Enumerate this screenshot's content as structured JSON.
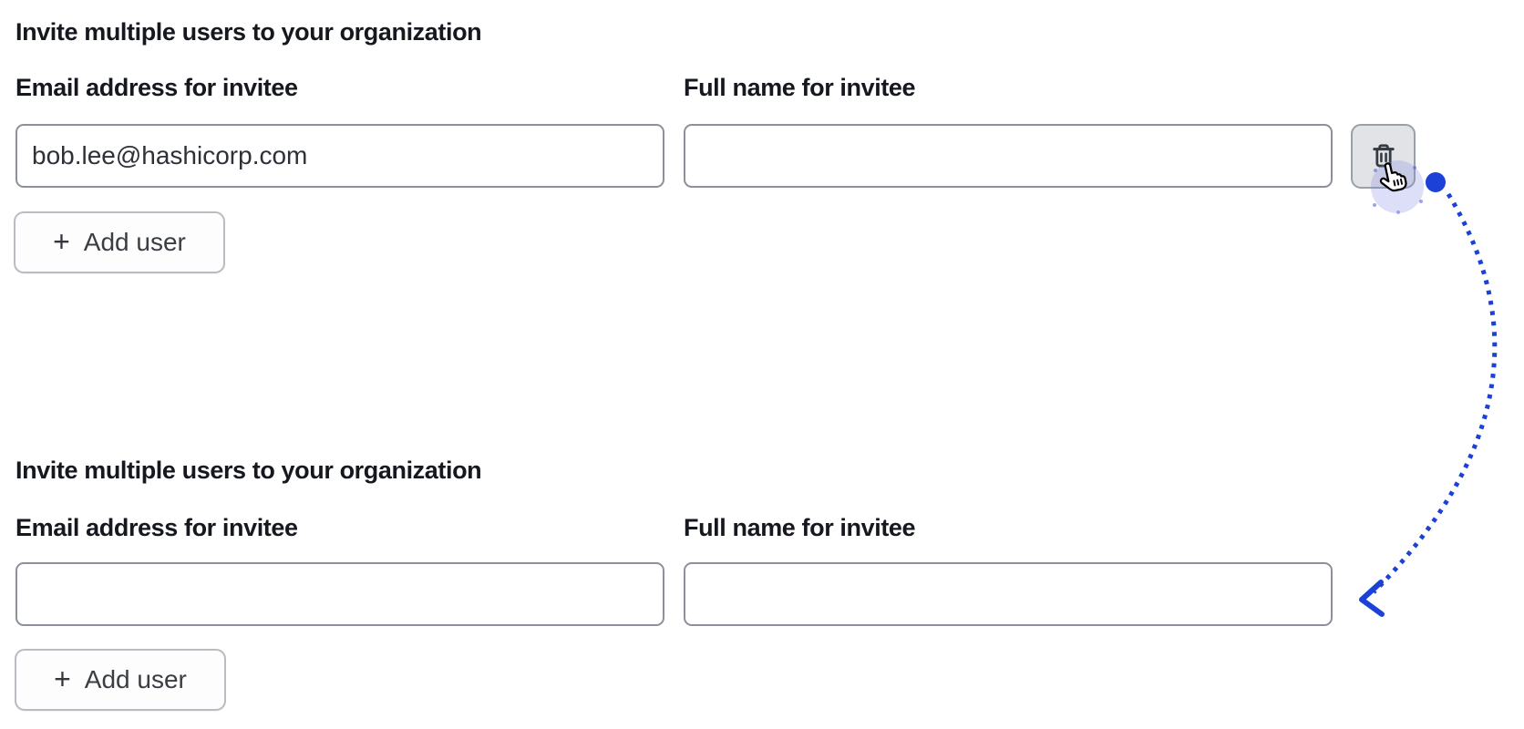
{
  "page": {
    "background": "#ffffff",
    "description_visible_state": "two stacked copies of an invite-users form; first form email filled, delete button hovered by pointer cursor; dotted arrow leads to second (result) form"
  },
  "colors": {
    "accent_blue": "#1b41d6",
    "text_primary": "#15181e",
    "input_text": "#2e3138",
    "input_border": "#8b909a",
    "add_button_border": "#b9bcc3",
    "trash_button_bg": "#e2e3e7",
    "trash_button_border": "#9aa0a8",
    "click_halo": "#7c88e0"
  },
  "sections": [
    {
      "heading": "Invite multiple users to your organization",
      "fields": [
        {
          "label": "Email address for invitee",
          "value": "bob.lee@hashicorp.com"
        },
        {
          "label": "Full name for invitee",
          "value": ""
        }
      ],
      "add_user_label": "Add user",
      "plus_glyph": "+",
      "delete_button": {
        "icon": "trash-icon",
        "state": "hovered"
      }
    },
    {
      "heading": "Invite multiple users to your organization",
      "fields": [
        {
          "label": "Email address for invitee",
          "value": ""
        },
        {
          "label": "Full name for invitee",
          "value": ""
        }
      ],
      "add_user_label": "Add user",
      "plus_glyph": "+",
      "delete_button": null
    }
  ],
  "annotation": {
    "type": "dotted-curved-arrow",
    "color": "#1b41d6",
    "from": "delete-user-button (section 1)",
    "to": "full-name input (section 2)",
    "cursor": "pointer-hand over delete button with click halo"
  }
}
